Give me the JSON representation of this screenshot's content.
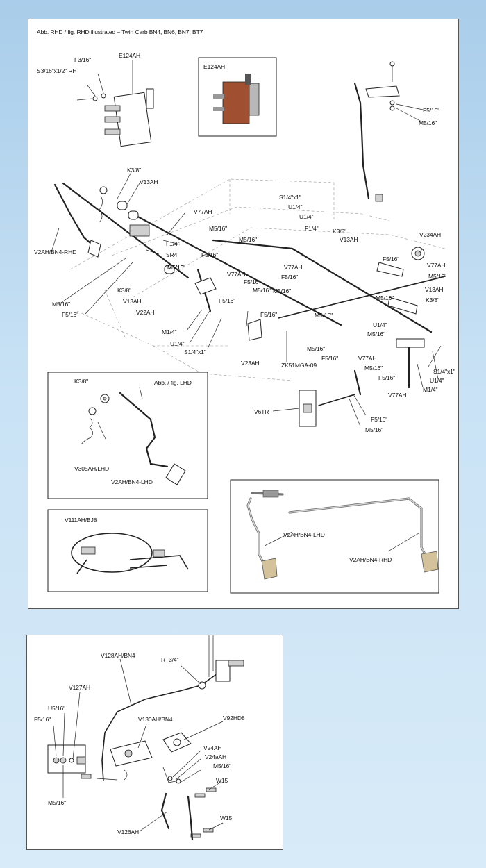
{
  "main_panel": {
    "header": "Abb. RHD / fig. RHD illustrated – Twin Carb BN4, BN6, BN7, BT7",
    "switch_inset_label": "E124AH",
    "lhd_inset": {
      "header": "Abb. / fig. LHD",
      "labels": [
        "K3/8\"",
        "V305AH/LHD",
        "V2AH/BN4-LHD"
      ]
    },
    "cable_inset": {
      "labels": [
        "V111AH/BJ8"
      ]
    },
    "pedal_photo_inset": {
      "labels": [
        "V2AH/BN4-LHD",
        "V2AH/BN4-RHD"
      ]
    },
    "part_labels": [
      "F3/16\"",
      "E124AH",
      "S3/16\"x1/2\" RH",
      "F5/16\"",
      "M5/16\"",
      "K3/8\"",
      "V13AH",
      "V2AH/BN4-RHD",
      "V77AH",
      "M5/16\"",
      "F1/4\"",
      "SR4",
      "M5/16\"",
      "F5/16\"",
      "S1/4\"x1\"",
      "U1/4\"",
      "U1/4\"",
      "F1/4\"",
      "K3/8\"",
      "V13AH",
      "M5/16\"",
      "V77AH",
      "V234AH",
      "M5/16\"",
      "F5/16\"",
      "K3/8\"",
      "V13AH",
      "V22AH",
      "M5/16\"",
      "F5/16\"",
      "M5/16\"",
      "F5/16\"",
      "V77AH",
      "F5/16\"",
      "V77AH",
      "M5/16\"",
      "M5/16\"",
      "V13AH",
      "K3/8\"",
      "F5/16\"",
      "M5/16\"",
      "F5/16\"",
      "M5/16\"",
      "M1/4\"",
      "U1/4\"",
      "S1/4\"x1\"",
      "V23AH",
      "ZK51MGA-09",
      "U1/4\"",
      "M5/16\"",
      "M5/16\"",
      "F5/16\"",
      "V77AH",
      "M5/16\"",
      "F5/16\"",
      "V77AH",
      "S1/4\"x1\"",
      "U1/4\"",
      "M1/4\"",
      "V6TR",
      "F5/16\"",
      "M5/16\""
    ]
  },
  "lower_panel": {
    "part_labels": [
      "V128AH/BN4",
      "RT3/4\"",
      "V127AH",
      "U5/16\"",
      "F5/16\"",
      "V130AH/BN4",
      "V92HD8",
      "V24AH",
      "V24aAH",
      "M5/16\"",
      "W15",
      "M5/16\"",
      "W15",
      "V126AH"
    ]
  }
}
